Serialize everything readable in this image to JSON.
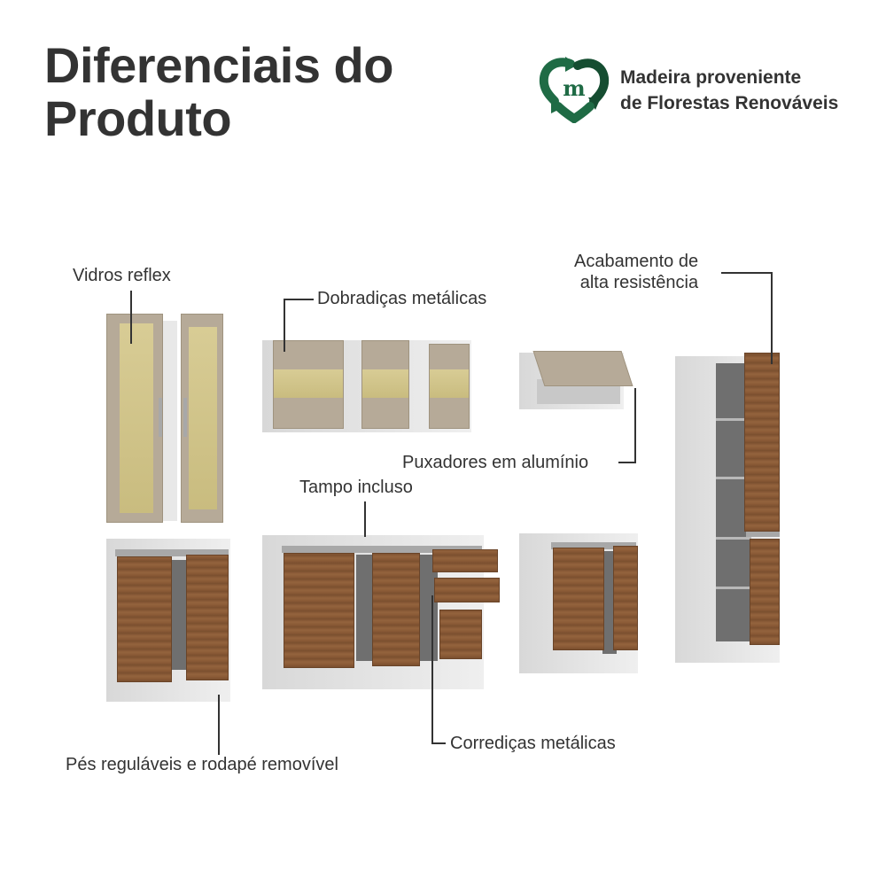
{
  "header": {
    "title_line1": "Diferenciais do",
    "title_line2": "Produto"
  },
  "badge": {
    "icon": "recycle-heart-m-icon",
    "letter": "m",
    "line1": "Madeira proveniente",
    "line2": "de Florestas Renováveis",
    "color_primary": "#1f6b45",
    "color_dark": "#154d31"
  },
  "callouts": {
    "vidros_reflex": "Vidros reflex",
    "dobradicas": "Dobradiças metálicas",
    "acabamento_line1": "Acabamento de",
    "acabamento_line2": "alta resistência",
    "puxadores": "Puxadores em alumínio",
    "tampo": "Tampo incluso",
    "pes": "Pés reguláveis e rodapé removível",
    "corredicas": "Corrediças metálicas"
  },
  "colors": {
    "text": "#333333",
    "wood": "#8a5a36",
    "taupe": "#b6aa98",
    "glass": "#d1c48a",
    "carcass": "#e6e6e6"
  }
}
